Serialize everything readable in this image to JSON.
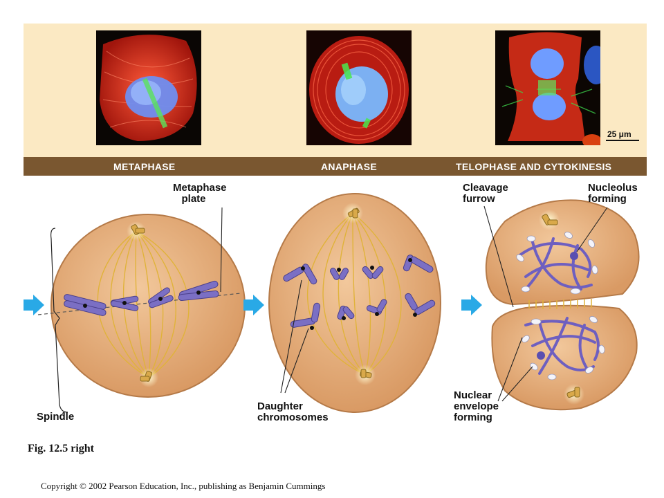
{
  "phases": {
    "metaphase": "METAPHASE",
    "anaphase": "ANAPHASE",
    "telophase": "TELOPHASE AND CYTOKINESIS"
  },
  "scale_bar": "25 μm",
  "callouts": {
    "metaphase_plate": "Metaphase\n   plate",
    "spindle": "Spindle",
    "daughter_chromosomes": "Daughter\nchromosomes",
    "cleavage_furrow": "Cleavage\nfurrow",
    "nucleolus_forming": "Nucleolus\nforming",
    "nuclear_envelope_forming": "Nuclear\nenvelope\nforming"
  },
  "caption": "Fig. 12.5 right",
  "copyright": "Copyright © 2002 Pearson Education, Inc., publishing as Benjamin Cummings",
  "colors": {
    "panel": "#fbe9c3",
    "label_bar": "#7a5730",
    "cell": "#e8b07e",
    "chromosome": "#7b6fc4",
    "spindle": "#e0b33a",
    "arrow": "#29a9e6"
  }
}
